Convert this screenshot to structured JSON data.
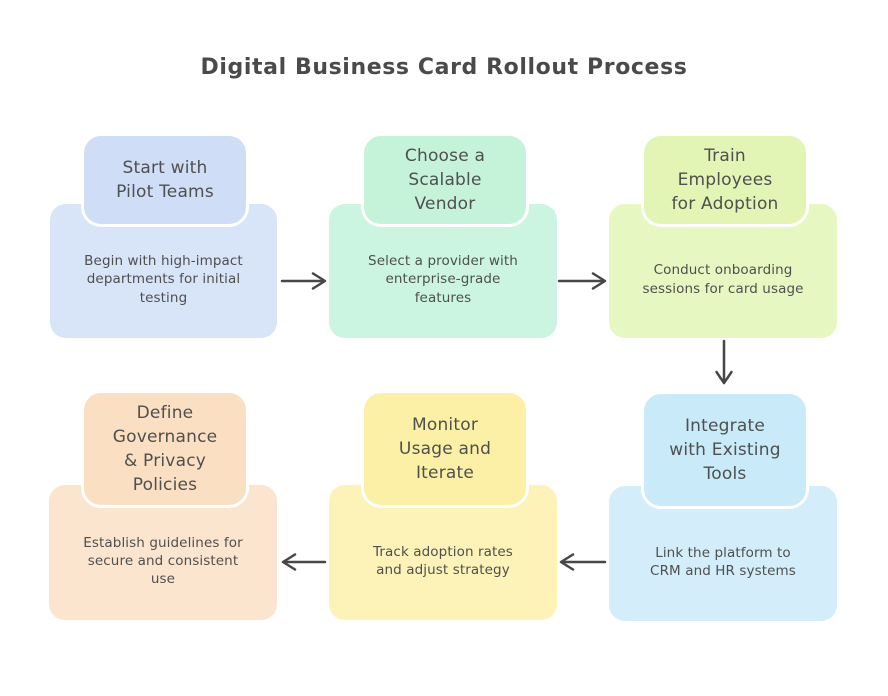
{
  "title": "Digital Business Card Rollout Process",
  "nodes": [
    {
      "id": "pilot-teams",
      "header": "Start with\nPilot Teams",
      "body": "Begin with high-impact\ndepartments for initial\ntesting",
      "header_color": "#cfdef6",
      "body_color": "#d8e4f8"
    },
    {
      "id": "scalable-vendor",
      "header": "Choose a\nScalable\nVendor",
      "body": "Select a provider with\nenterprise-grade\nfeatures",
      "header_color": "#c5f3da",
      "body_color": "#cbf5e0"
    },
    {
      "id": "train-employees",
      "header": "Train\nEmployees\nfor Adoption",
      "body": "Conduct onboarding\nsessions for card usage",
      "header_color": "#e2f5b5",
      "body_color": "#e7f7c1"
    },
    {
      "id": "governance-policies",
      "header": "Define\nGovernance\n& Privacy\nPolicies",
      "body": "Establish guidelines for\nsecure and consistent\nuse",
      "header_color": "#fbdfc2",
      "body_color": "#fce5cf"
    },
    {
      "id": "monitor-usage",
      "header": "Monitor\nUsage and\nIterate",
      "body": "Track adoption rates\nand adjust strategy",
      "header_color": "#fcf0a6",
      "body_color": "#fdf3b8"
    },
    {
      "id": "integrate-tools",
      "header": "Integrate\nwith Existing\nTools",
      "body": "Link the platform to\nCRM and HR systems",
      "header_color": "#c9eaf8",
      "body_color": "#d3eefa"
    }
  ],
  "connections": [
    {
      "from": "pilot-teams",
      "to": "scalable-vendor",
      "direction": "right"
    },
    {
      "from": "scalable-vendor",
      "to": "train-employees",
      "direction": "right"
    },
    {
      "from": "train-employees",
      "to": "integrate-tools",
      "direction": "down"
    },
    {
      "from": "integrate-tools",
      "to": "monitor-usage",
      "direction": "left"
    },
    {
      "from": "monitor-usage",
      "to": "governance-policies",
      "direction": "left"
    }
  ],
  "colors": {
    "background": "#ffffff",
    "title_text": "#4a4a4a",
    "node_text": "#4f4f4f",
    "arrow": "#474747"
  }
}
